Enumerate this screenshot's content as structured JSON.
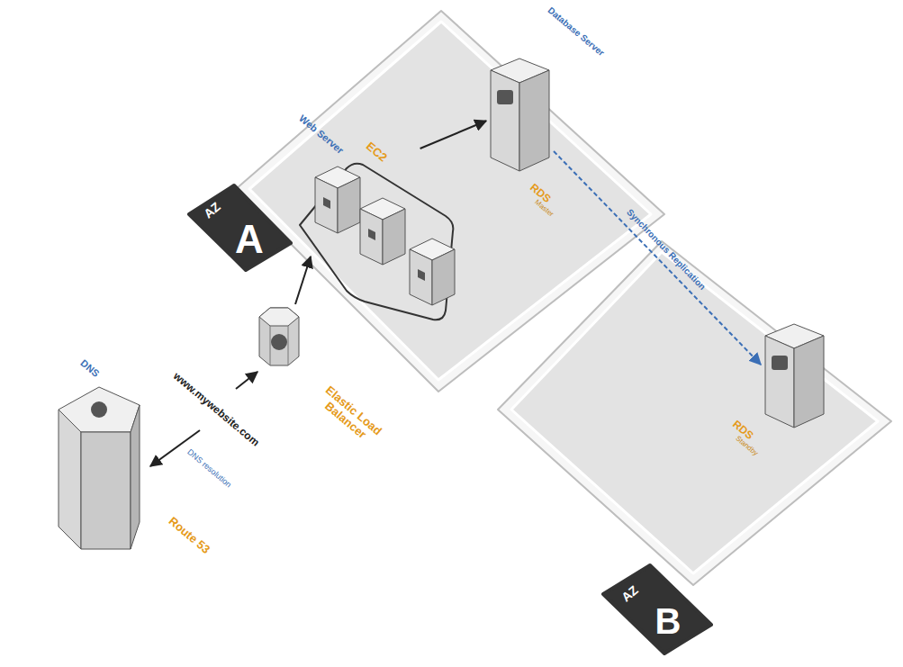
{
  "diagram": {
    "nodes": [
      {
        "text": [
          "AZ",
          "A"
        ]
      },
      {
        "text": [
          "Web Server",
          "EC2"
        ],
        "in": 0
      },
      {
        "text": [
          "Database Server",
          "RDS",
          "Master"
        ],
        "in": 0
      },
      {
        "text": [
          "AZ",
          "B"
        ]
      },
      {
        "text": [
          "RDS",
          "Standby"
        ],
        "in": 3
      },
      {
        "text": [
          "Elastic Load Balancer"
        ]
      },
      {
        "text": [
          "DNS",
          "Route 53"
        ]
      }
    ],
    "edges": [
      {
        "from": 5,
        "to": 1,
        "arrow": "to"
      },
      {
        "from": 1,
        "to": 2,
        "arrow": "to"
      },
      {
        "from": 2,
        "to": 4,
        "arrow": "to",
        "label": "Synchronous Replication"
      }
    ],
    "labels": [
      "www.mywebsite.com",
      "DNS resolution"
    ]
  }
}
